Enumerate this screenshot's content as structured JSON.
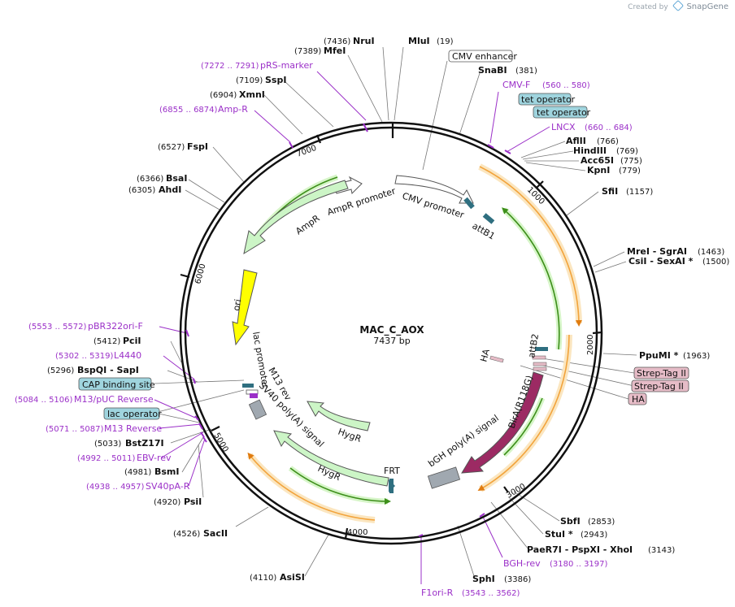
{
  "watermark": {
    "prefix": "Created by",
    "brand": "SnapGene"
  },
  "plasmid": {
    "name": "MAC_C_AOX",
    "length_label": "7437 bp",
    "length": 7437
  },
  "ticks": [
    "1000",
    "2000",
    "3000",
    "4000",
    "5000",
    "6000",
    "7000"
  ],
  "enzymes": [
    {
      "name": "NruI",
      "pos": "(7436)"
    },
    {
      "name": "MluI",
      "pos": "(19)"
    },
    {
      "name": "MfeI",
      "pos": "(7389)"
    },
    {
      "name": "SspI",
      "pos": "(7109)"
    },
    {
      "name": "XmnI",
      "pos": "(6904)"
    },
    {
      "name": "SnaBI",
      "pos": "(381)"
    },
    {
      "name": "FspI",
      "pos": "(6527)"
    },
    {
      "name": "BsaI",
      "pos": "(6366)"
    },
    {
      "name": "AhdI",
      "pos": "(6305)"
    },
    {
      "name": "AflII",
      "pos": "(766)"
    },
    {
      "name": "HindIII",
      "pos": "(769)"
    },
    {
      "name": "Acc65I",
      "pos": "(775)"
    },
    {
      "name": "KpnI",
      "pos": "(779)"
    },
    {
      "name": "SfiI",
      "pos": "(1157)"
    },
    {
      "name": "MreI - SgrAI",
      "pos": "(1463)"
    },
    {
      "name": "CsiI - SexAI *",
      "pos": "(1500)"
    },
    {
      "name": "PpuMI *",
      "pos": "(1963)"
    },
    {
      "name": "PciI",
      "pos": "(5412)"
    },
    {
      "name": "BspQI - SapI",
      "pos": "(5296)"
    },
    {
      "name": "BstZ17I",
      "pos": "(5033)"
    },
    {
      "name": "BsmI",
      "pos": "(4981)"
    },
    {
      "name": "PsiI",
      "pos": "(4920)"
    },
    {
      "name": "SacII",
      "pos": "(4526)"
    },
    {
      "name": "AsiSI",
      "pos": "(4110)"
    },
    {
      "name": "SphI",
      "pos": "(3386)"
    },
    {
      "name": "SbfI",
      "pos": "(2853)"
    },
    {
      "name": "StuI *",
      "pos": "(2943)"
    },
    {
      "name": "PaeR7I - PspXI - XhoI",
      "pos": "(3143)"
    }
  ],
  "primers": [
    {
      "name": "pRS-marker",
      "pos": "(7272 .. 7291)"
    },
    {
      "name": "Amp-R",
      "pos": "(6855 .. 6874)"
    },
    {
      "name": "CMV-F",
      "pos": "(560 .. 580)"
    },
    {
      "name": "LNCX",
      "pos": "(660 .. 684)"
    },
    {
      "name": "pBR322ori-F",
      "pos": "(5553 .. 5572)"
    },
    {
      "name": "L4440",
      "pos": "(5302 .. 5319)"
    },
    {
      "name": "M13/pUC Reverse",
      "pos": "(5084 .. 5106)"
    },
    {
      "name": "M13 Reverse",
      "pos": "(5071 .. 5087)"
    },
    {
      "name": "EBV-rev",
      "pos": "(4992 .. 5011)"
    },
    {
      "name": "SV40pA-R",
      "pos": "(4938 .. 4957)"
    },
    {
      "name": "BGH-rev",
      "pos": "(3180 .. 3197)"
    },
    {
      "name": "F1ori-R",
      "pos": "(3543 .. 3562)"
    }
  ],
  "boxed_labels": [
    {
      "name": "CMV enhancer",
      "color": "#ffffff"
    },
    {
      "name": "tet operator",
      "color": "#9fd4de"
    },
    {
      "name": "tet operator",
      "color": "#9fd4de"
    },
    {
      "name": "CAP binding site",
      "color": "#9fd4de"
    },
    {
      "name": "lac operator",
      "color": "#9fd4de"
    },
    {
      "name": "Strep-Tag II",
      "color": "#e6bcc7"
    },
    {
      "name": "Strep-Tag II",
      "color": "#e6bcc7"
    },
    {
      "name": "HA",
      "color": "#e6bcc7"
    }
  ],
  "features": [
    {
      "name": "CMV promoter",
      "color": "#ffffff"
    },
    {
      "name": "attB1",
      "color": "#2f6f80"
    },
    {
      "name": "AmpR promoter",
      "color": "#ffffff"
    },
    {
      "name": "AmpR",
      "color": "#ccf5c6"
    },
    {
      "name": "ori",
      "color": "#ffff00"
    },
    {
      "name": "lac promoter",
      "color": "#ffffff"
    },
    {
      "name": "M13 rev",
      "color": "#2f6f80"
    },
    {
      "name": "SV40 poly(A) signal",
      "color": "#a0a8b0"
    },
    {
      "name": "HygR",
      "color": "#ccf5c6"
    },
    {
      "name": "HygR",
      "color": "#ccf5c6"
    },
    {
      "name": "FRT",
      "color": "#2f6f80"
    },
    {
      "name": "bGH poly(A) signal",
      "color": "#a0a8b0"
    },
    {
      "name": "BirA(R118G)",
      "color": "#9c2a63"
    },
    {
      "name": "attB2",
      "color": "#2f6f80"
    },
    {
      "name": "HA",
      "color": "#e6bcc7"
    }
  ],
  "colors": {
    "backbone": "#111111",
    "primer": "#9b30c8",
    "orf_arc": "#f2a33b",
    "orf_halo": "#fbe6c0",
    "green_arc": "#3d8f1a",
    "green_halo": "#d6f5c8"
  }
}
